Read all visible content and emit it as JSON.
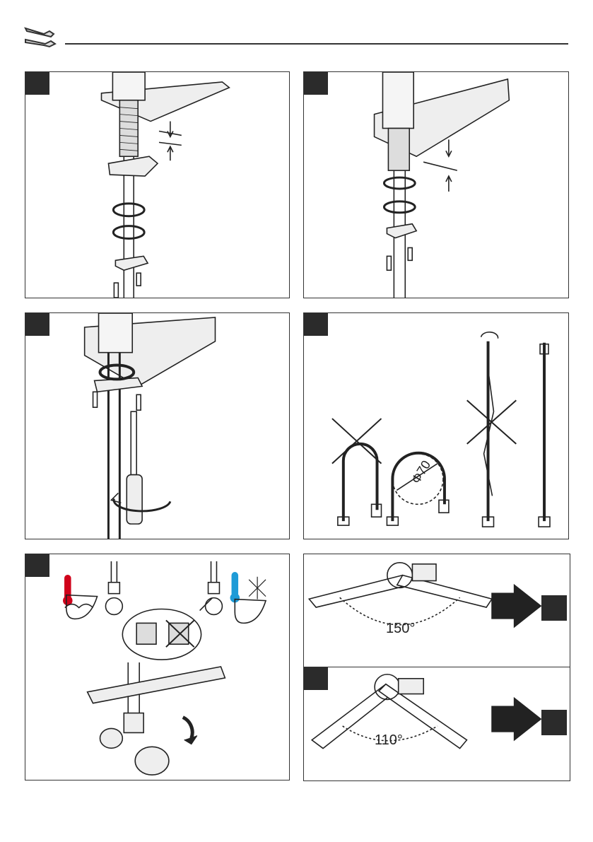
{
  "header": {
    "icon": "wrench-screwdriver-icon"
  },
  "steps": [
    {
      "id": 1,
      "title": ""
    },
    {
      "id": 2,
      "title": ""
    },
    {
      "id": 3,
      "title": ""
    },
    {
      "id": 4,
      "title": "",
      "dimension_label": "Φ70"
    },
    {
      "id": 5,
      "title": ""
    },
    {
      "id": 6,
      "title": "",
      "angle_label": "150°"
    },
    {
      "id": 7,
      "title": "",
      "angle_label": "110°"
    }
  ],
  "colors": {
    "hot": "#d0021b",
    "cold": "#1e9bd7",
    "ink": "#2b2b2b"
  }
}
